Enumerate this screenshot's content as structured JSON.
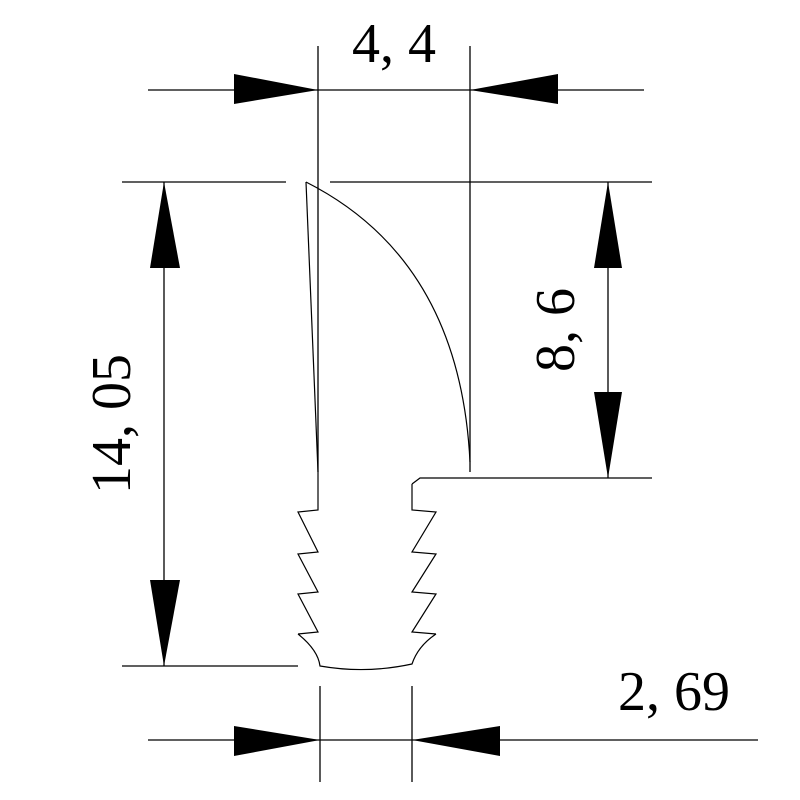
{
  "drawing": {
    "dimensions": {
      "top_width": "4, 4",
      "overall_height": "14, 05",
      "upper_height": "8, 6",
      "bottom_width": "2, 69"
    },
    "colors": {
      "line": "#000000",
      "background": "#ffffff"
    }
  }
}
